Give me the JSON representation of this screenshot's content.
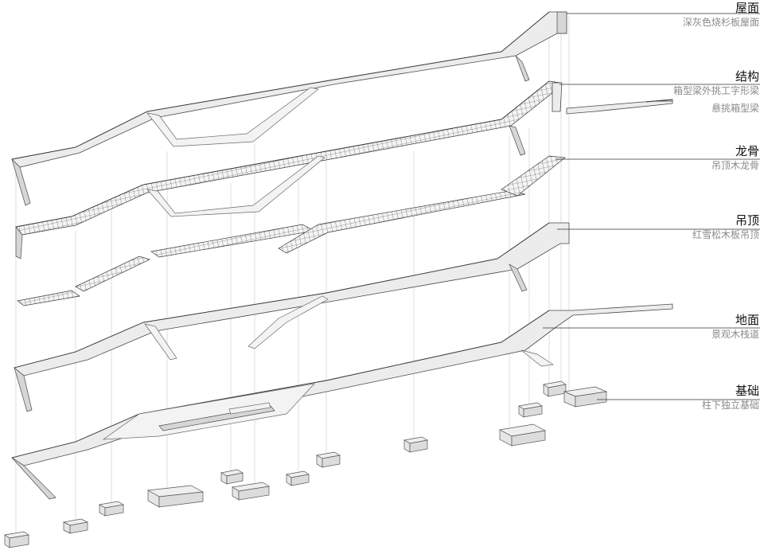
{
  "labels": {
    "roof": {
      "title": "屋面",
      "subtitle": "深灰色烧杉板屋面"
    },
    "structure": {
      "title": "结构",
      "subtitle_1": "箱型梁外挑工字形梁",
      "subtitle_2": "悬挑箱型梁"
    },
    "keel": {
      "title": "龙骨",
      "subtitle": "吊顶木龙骨"
    },
    "ceiling": {
      "title": "吊顶",
      "subtitle": "红雪松木板吊顶"
    },
    "ground": {
      "title": "地面",
      "subtitle": "景观木栈道"
    },
    "foundation": {
      "title": "基础",
      "subtitle": "柱下独立基础"
    }
  },
  "colors": {
    "background": "#ffffff",
    "title_text": "#111111",
    "subtitle_text": "#8a8a8a",
    "line": "#333333"
  }
}
